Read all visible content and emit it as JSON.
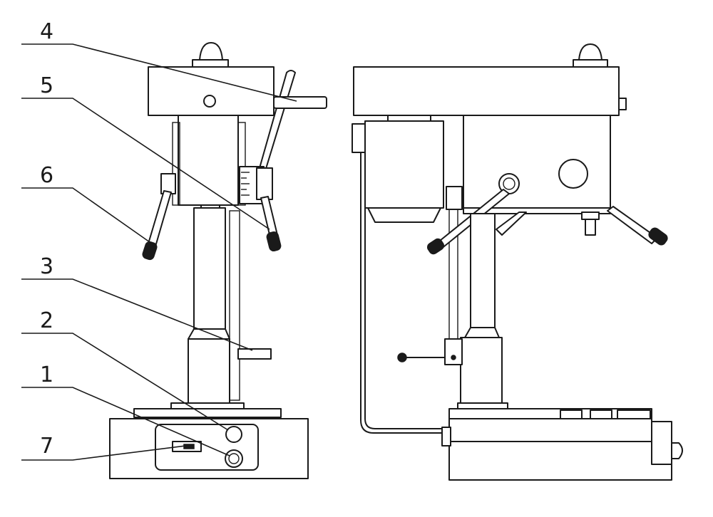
{
  "callouts": [
    {
      "id": "4",
      "label": "4"
    },
    {
      "id": "5",
      "label": "5"
    },
    {
      "id": "6",
      "label": "6"
    },
    {
      "id": "3",
      "label": "3"
    },
    {
      "id": "2",
      "label": "2"
    },
    {
      "id": "1",
      "label": "1"
    },
    {
      "id": "7",
      "label": "7"
    }
  ],
  "colors": {
    "line": "#1a1a1a",
    "background": "#ffffff"
  }
}
